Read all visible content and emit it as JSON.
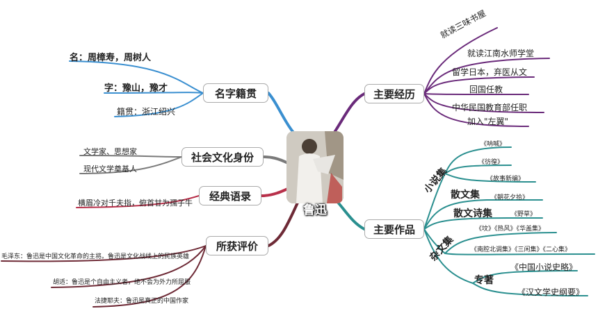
{
  "center": {
    "label": "鲁迅"
  },
  "colors": {
    "blue": "#3a8fd0",
    "purple": "#6a2a7a",
    "gray": "#7a7a7a",
    "red": "#b8304a",
    "maroon": "#6e2a36",
    "teal": "#2a8f8f"
  },
  "branches": {
    "name": {
      "label": "名字籍贯",
      "leaves": [
        "名：周樟寿，周树人",
        "字：豫山，豫才",
        "籍贯：浙江绍兴"
      ]
    },
    "identity": {
      "label": "社会文化身份",
      "leaves": [
        "文学家、思想家",
        "现代文学奠基人"
      ]
    },
    "quote": {
      "label": "经典语录",
      "leaves": [
        "横眉冷对千夫指，俯首甘为孺子牛"
      ]
    },
    "eval": {
      "label": "所获评价",
      "leaves": [
        "毛泽东：鲁迅是中国文化革命的主将。鲁迅是文化战线上的民族英雄",
        "胡适：鲁迅是个自由主义者，绝不会为外力所屈服",
        "法捷耶夫：鲁迅是真正的中国作家"
      ]
    },
    "exp": {
      "label": "主要经历",
      "leaves": [
        "就读三味书屋",
        "就读江南水师学堂",
        "留学日本，弃医从文",
        "回国任教",
        "中华民国教育部任职",
        "加入\"左翼\""
      ]
    },
    "works": {
      "label": "主要作品",
      "novels": {
        "label": "小说集",
        "items": [
          "《呐喊》",
          "《彷徨》",
          "《故事新编》"
        ]
      },
      "prose": {
        "label": "散文集",
        "items": [
          "《朝花夕拾》"
        ]
      },
      "prose_poems": {
        "label": "散文诗集",
        "items": [
          "《野草》"
        ]
      },
      "essays": {
        "label": "杂文集",
        "items": [
          "《坟》《热风》《华盖集》",
          "《南腔北调集》《三闲集》《二心集》"
        ]
      },
      "monographs": {
        "label": "专著",
        "items": [
          "《中国小说史略》",
          "《汉文学史纲要》"
        ]
      }
    }
  }
}
